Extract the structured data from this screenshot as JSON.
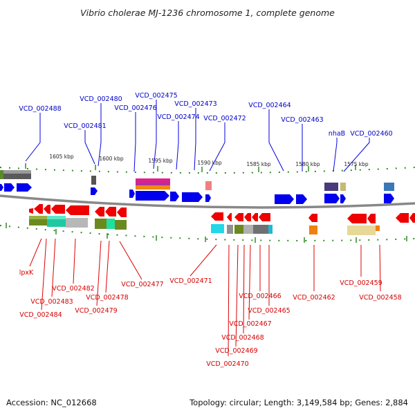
{
  "title": "Vibrio cholerae MJ-1236 chromosome 1, complete genome",
  "footer": {
    "accession": "Accession: NC_012668",
    "summary": "Topology: circular; Length: 3,149,584 bp; Genes: 2,884"
  },
  "scale_labels": [
    "1605 kbp",
    "1600 kbp",
    "1595 kbp",
    "1590 kbp",
    "1585 kbp",
    "1580 kbp",
    "1575 kbp"
  ],
  "top_labels": [
    "VCD_002488",
    "VCD_002481",
    "VCD_002480",
    "VCD_002476",
    "VCD_002475",
    "VCD_002474",
    "VCD_002473",
    "VCD_002472",
    "VCD_002464",
    "VCD_002463",
    "nhaB",
    "VCD_002460"
  ],
  "bottom_labels": [
    "lpxK",
    "VCD_002484",
    "VCD_002483",
    "VCD_002482",
    "VCD_002479",
    "VCD_002478",
    "VCD_002477",
    "VCD_002471",
    "VCD_002470",
    "VCD_002469",
    "VCD_002468",
    "VCD_002467",
    "VCD_002466",
    "VCD_002465",
    "VCD_002462",
    "VCD_002459",
    "VCD_002458"
  ],
  "colors": {
    "forward_gene": "#0000ee",
    "reverse_gene": "#ee0000",
    "backbone": "#888888",
    "tick": "#2e8b22",
    "top_label": "#0000c8",
    "bottom_label": "#d40000"
  }
}
